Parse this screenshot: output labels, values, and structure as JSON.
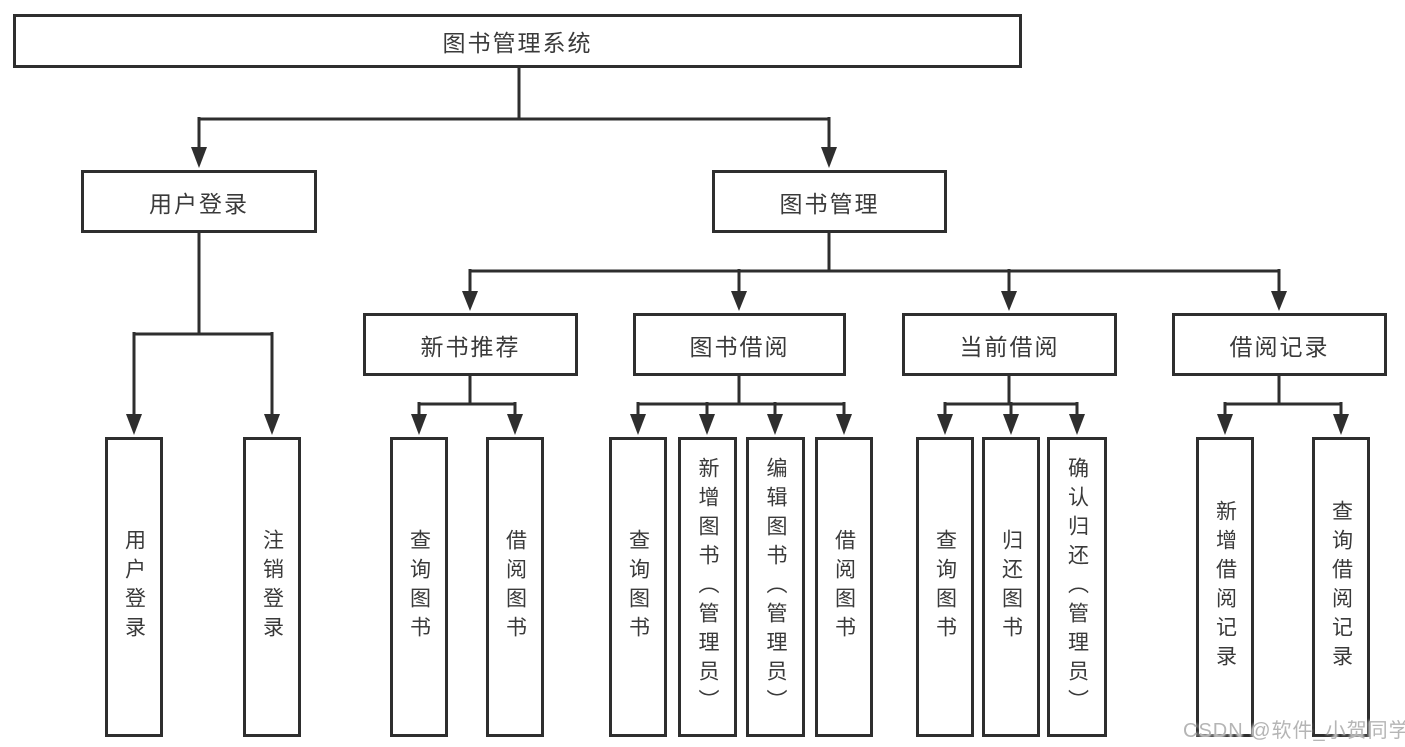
{
  "diagram": {
    "type": "tree",
    "title": "图书管理系统",
    "root": {
      "label": "图书管理系统",
      "children": [
        {
          "label": "用户登录",
          "children": [
            {
              "label": "用户登录"
            },
            {
              "label": "注销登录"
            }
          ]
        },
        {
          "label": "图书管理",
          "children": [
            {
              "label": "新书推荐",
              "children": [
                {
                  "label": "查询图书"
                },
                {
                  "label": "借阅图书"
                }
              ]
            },
            {
              "label": "图书借阅",
              "children": [
                {
                  "label": "查询图书"
                },
                {
                  "label": "新增图书（管理员）"
                },
                {
                  "label": "编辑图书（管理员）"
                },
                {
                  "label": "借阅图书"
                }
              ]
            },
            {
              "label": "当前借阅",
              "children": [
                {
                  "label": "查询图书"
                },
                {
                  "label": "归还图书"
                },
                {
                  "label": "确认归还（管理员）"
                }
              ]
            },
            {
              "label": "借阅记录",
              "children": [
                {
                  "label": "新增借阅记录"
                },
                {
                  "label": "查询借阅记录"
                }
              ]
            }
          ]
        }
      ]
    }
  },
  "watermark": {
    "text": "CSDN @软件_小贺同学"
  },
  "colors": {
    "background": "#ffffff",
    "line": "#2e2e2e",
    "box_border": "#2e2e2e",
    "text": "#3a3a3a",
    "watermark": "#b5b5b5"
  }
}
